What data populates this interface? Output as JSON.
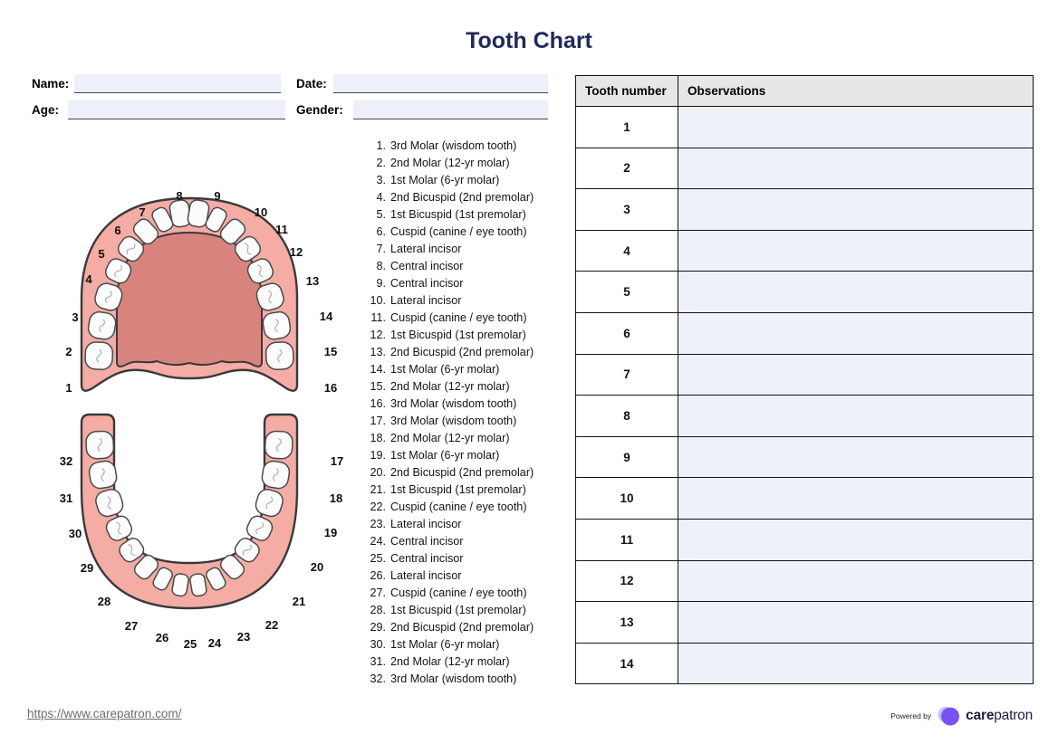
{
  "title": "Tooth Chart",
  "form": {
    "name_label": "Name:",
    "name_value": "",
    "date_label": "Date:",
    "date_value": "",
    "age_label": "Age:",
    "age_value": "",
    "gender_label": "Gender:",
    "gender_value": ""
  },
  "teeth": [
    {
      "number": "1",
      "name": "3rd Molar (wisdom tooth)"
    },
    {
      "number": "2",
      "name": "2nd Molar (12-yr molar)"
    },
    {
      "number": "3",
      "name": "1st Molar (6-yr molar)"
    },
    {
      "number": "4",
      "name": "2nd Bicuspid (2nd premolar)"
    },
    {
      "number": "5",
      "name": "1st Bicuspid (1st premolar)"
    },
    {
      "number": "6",
      "name": "Cuspid (canine / eye tooth)"
    },
    {
      "number": "7",
      "name": "Lateral incisor"
    },
    {
      "number": "8",
      "name": "Central incisor"
    },
    {
      "number": "9",
      "name": "Central incisor"
    },
    {
      "number": "10",
      "name": "Lateral incisor"
    },
    {
      "number": "11",
      "name": "Cuspid (canine / eye tooth)"
    },
    {
      "number": "12",
      "name": "1st Bicuspid (1st premolar)"
    },
    {
      "number": "13",
      "name": "2nd Bicuspid (2nd premolar)"
    },
    {
      "number": "14",
      "name": "1st Molar (6-yr molar)"
    },
    {
      "number": "15",
      "name": "2nd Molar (12-yr molar)"
    },
    {
      "number": "16",
      "name": "3rd Molar (wisdom tooth)"
    },
    {
      "number": "17",
      "name": "3rd Molar (wisdom tooth)"
    },
    {
      "number": "18",
      "name": "2nd Molar (12-yr molar)"
    },
    {
      "number": "19",
      "name": "1st Molar (6-yr molar)"
    },
    {
      "number": "20",
      "name": "2nd Bicuspid (2nd premolar)"
    },
    {
      "number": "21",
      "name": "1st Bicuspid (1st premolar)"
    },
    {
      "number": "22",
      "name": "Cuspid (canine / eye tooth)"
    },
    {
      "number": "23",
      "name": "Lateral incisor"
    },
    {
      "number": "24",
      "name": "Central incisor"
    },
    {
      "number": "25",
      "name": "Central incisor"
    },
    {
      "number": "26",
      "name": "Lateral incisor"
    },
    {
      "number": "27",
      "name": "Cuspid (canine / eye tooth)"
    },
    {
      "number": "28",
      "name": "1st Bicuspid (1st premolar)"
    },
    {
      "number": "29",
      "name": "2nd Bicuspid (2nd premolar)"
    },
    {
      "number": "30",
      "name": "1st Molar (6-yr molar)"
    },
    {
      "number": "31",
      "name": "2nd Molar (12-yr molar)"
    },
    {
      "number": "32",
      "name": "3rd Molar (wisdom tooth)"
    }
  ],
  "table": {
    "headers": [
      "Tooth number",
      "Observations"
    ],
    "rows": [
      {
        "tooth_number": "1",
        "observation": ""
      },
      {
        "tooth_number": "2",
        "observation": ""
      },
      {
        "tooth_number": "3",
        "observation": ""
      },
      {
        "tooth_number": "4",
        "observation": ""
      },
      {
        "tooth_number": "5",
        "observation": ""
      },
      {
        "tooth_number": "6",
        "observation": ""
      },
      {
        "tooth_number": "7",
        "observation": ""
      },
      {
        "tooth_number": "8",
        "observation": ""
      },
      {
        "tooth_number": "9",
        "observation": ""
      },
      {
        "tooth_number": "10",
        "observation": ""
      },
      {
        "tooth_number": "11",
        "observation": ""
      },
      {
        "tooth_number": "12",
        "observation": ""
      },
      {
        "tooth_number": "13",
        "observation": ""
      },
      {
        "tooth_number": "14",
        "observation": ""
      }
    ]
  },
  "footer": {
    "url": "https://www.carepatron.com/",
    "powered_by": "Powered by",
    "brand_care": "care",
    "brand_patron": "patron"
  },
  "colors": {
    "title": "#1f2a5c",
    "accent_purple": "#7a52f4",
    "accent_purple_light": "#c9bcf9",
    "gum_pink": "#f4aca4",
    "palate_pink": "#d8837d",
    "input_fill": "#edeffb",
    "table_header_bg": "#e7e7e7",
    "observation_cell_bg": "#eef0fa"
  },
  "icons": {
    "logo": "carepatron-logo"
  }
}
